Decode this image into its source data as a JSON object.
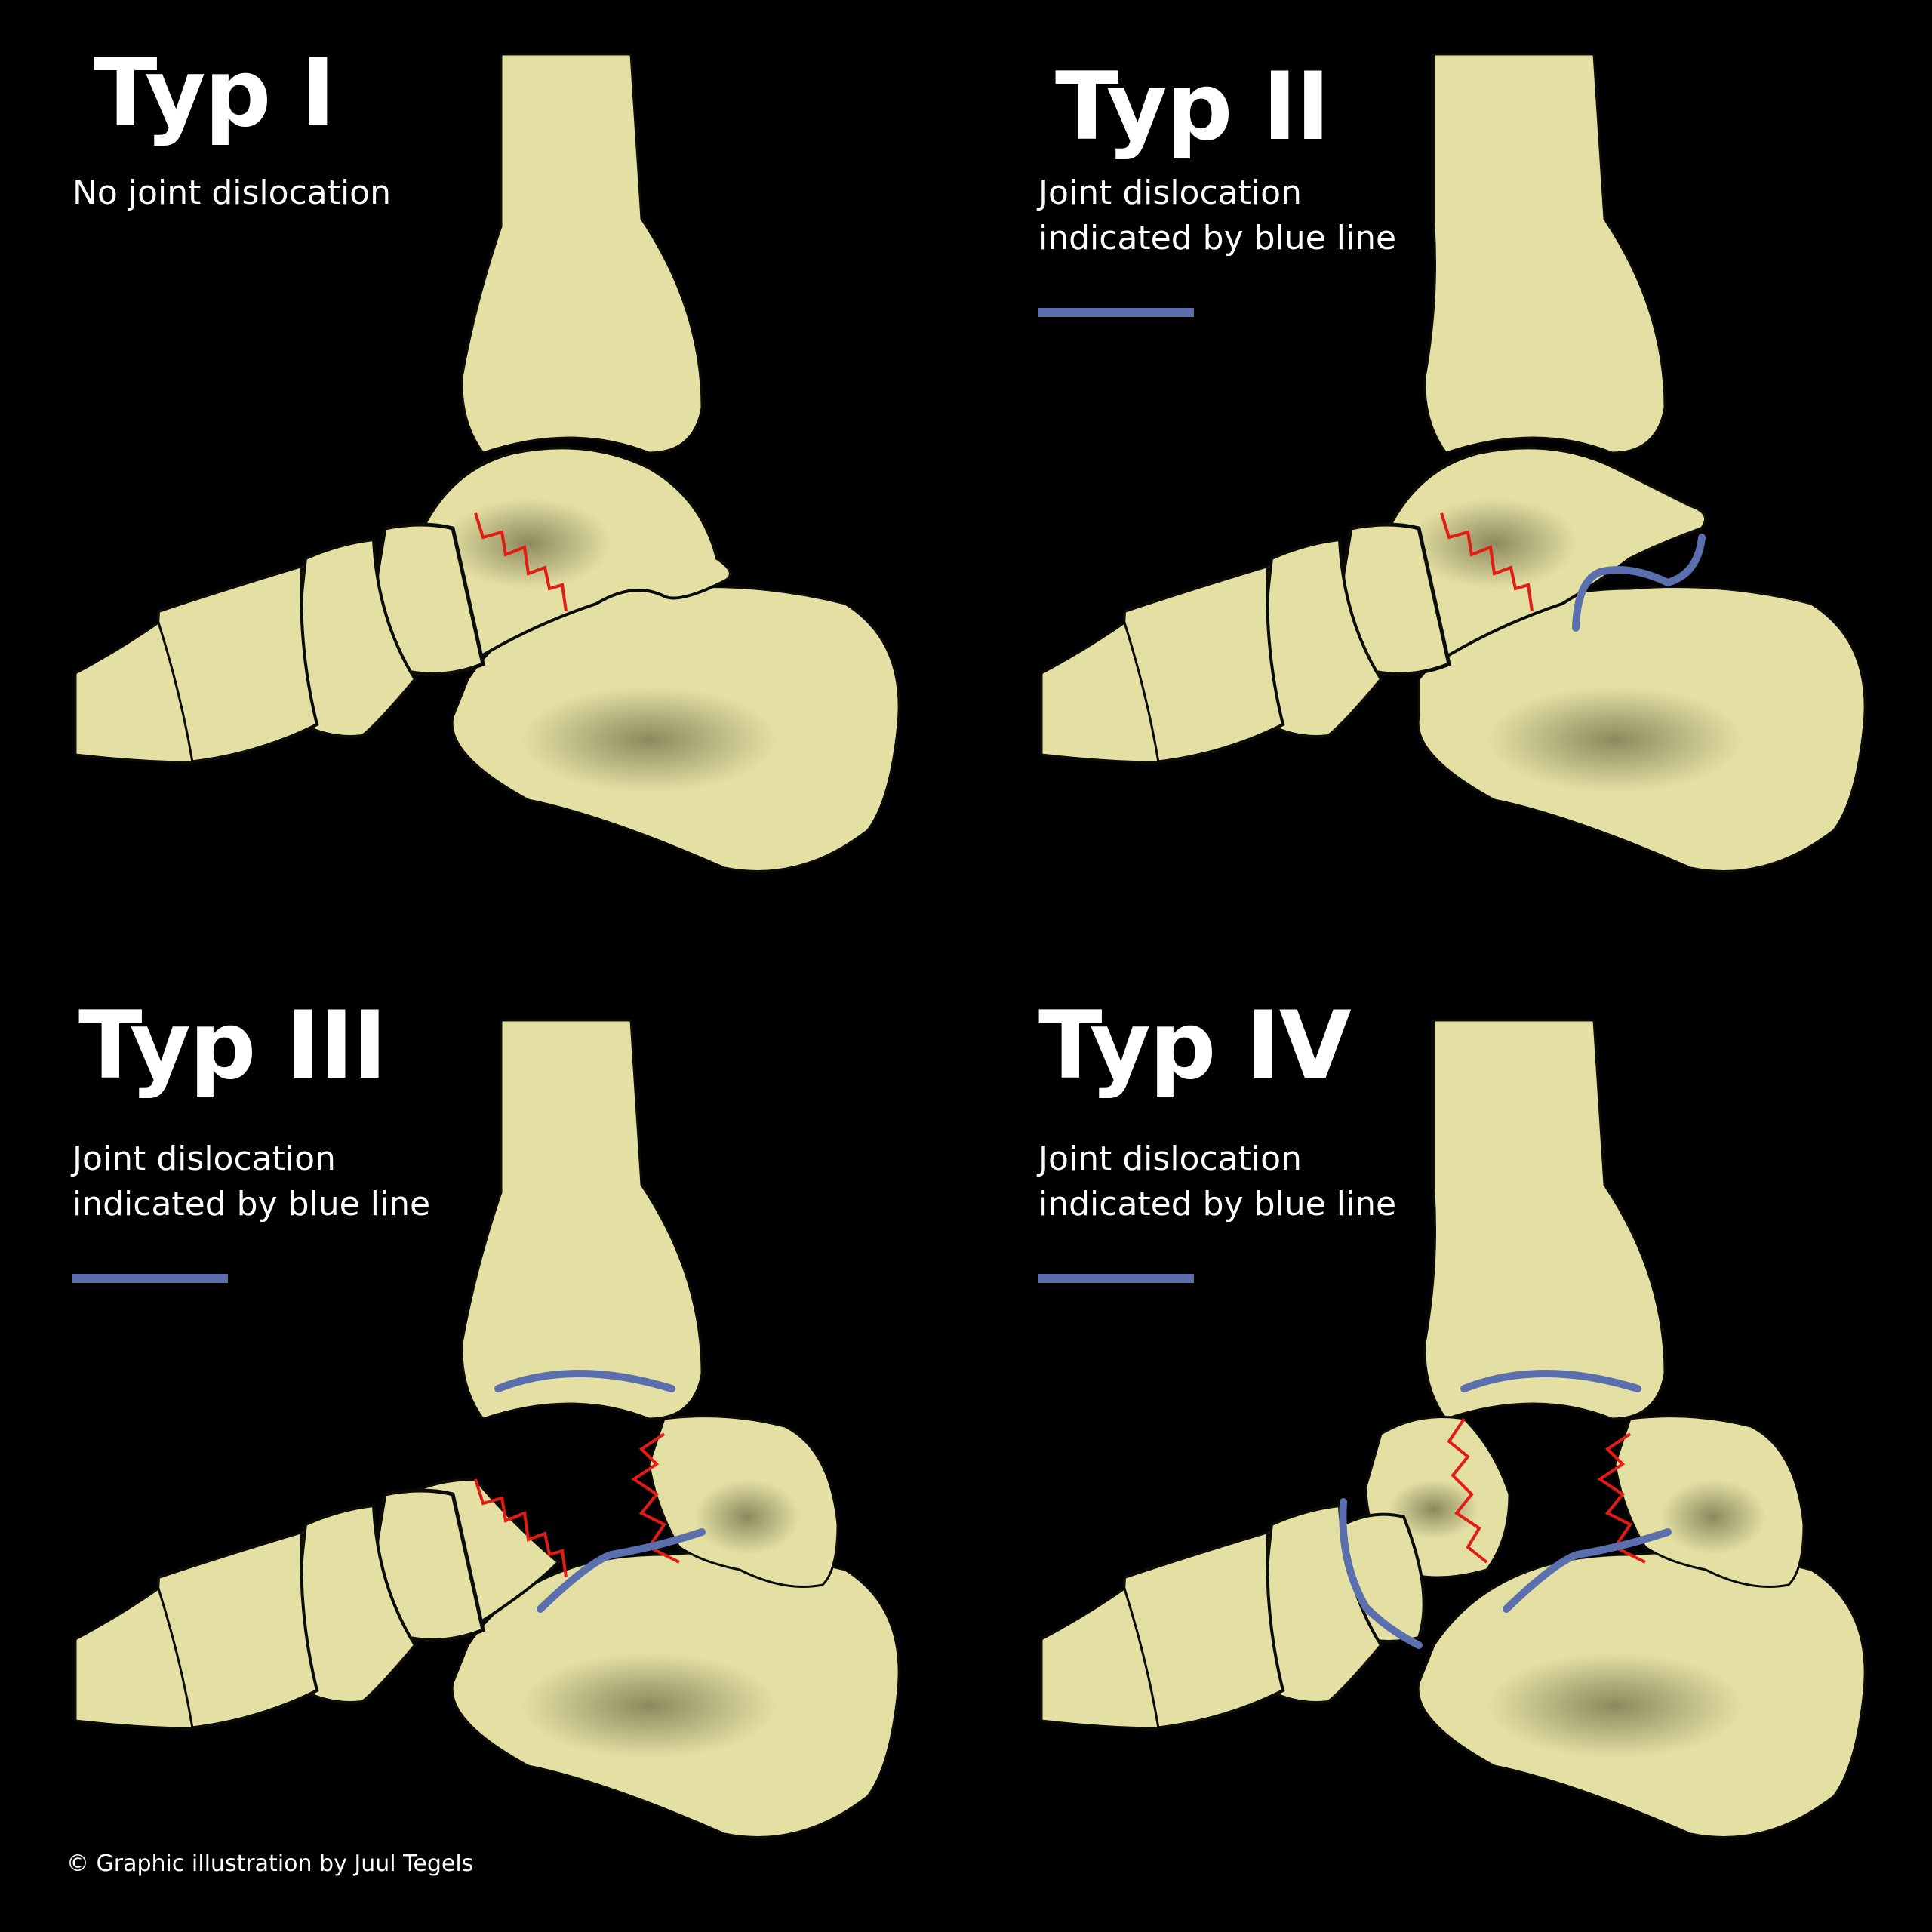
{
  "colors": {
    "background": "#000000",
    "bone": "#e4e0a4",
    "bone_shadow": "#6f6c46",
    "fracture": "#e31b13",
    "dislocation": "#5b6eae",
    "outline": "#0b0b08"
  },
  "panels": [
    {
      "title": "Typ I",
      "description": "No joint dislocation",
      "has_legend": false,
      "variant": 1
    },
    {
      "title": "Typ II",
      "description": "Joint dislocation\nindicated by blue line",
      "has_legend": true,
      "variant": 2
    },
    {
      "title": "Typ III",
      "description": "Joint dislocation\nindicated by blue line",
      "has_legend": true,
      "variant": 3
    },
    {
      "title": "Typ IV",
      "description": "Joint dislocation\nindicated by blue line",
      "has_legend": true,
      "variant": 4
    }
  ],
  "credit": "© Graphic illustration by Juul Tegels"
}
